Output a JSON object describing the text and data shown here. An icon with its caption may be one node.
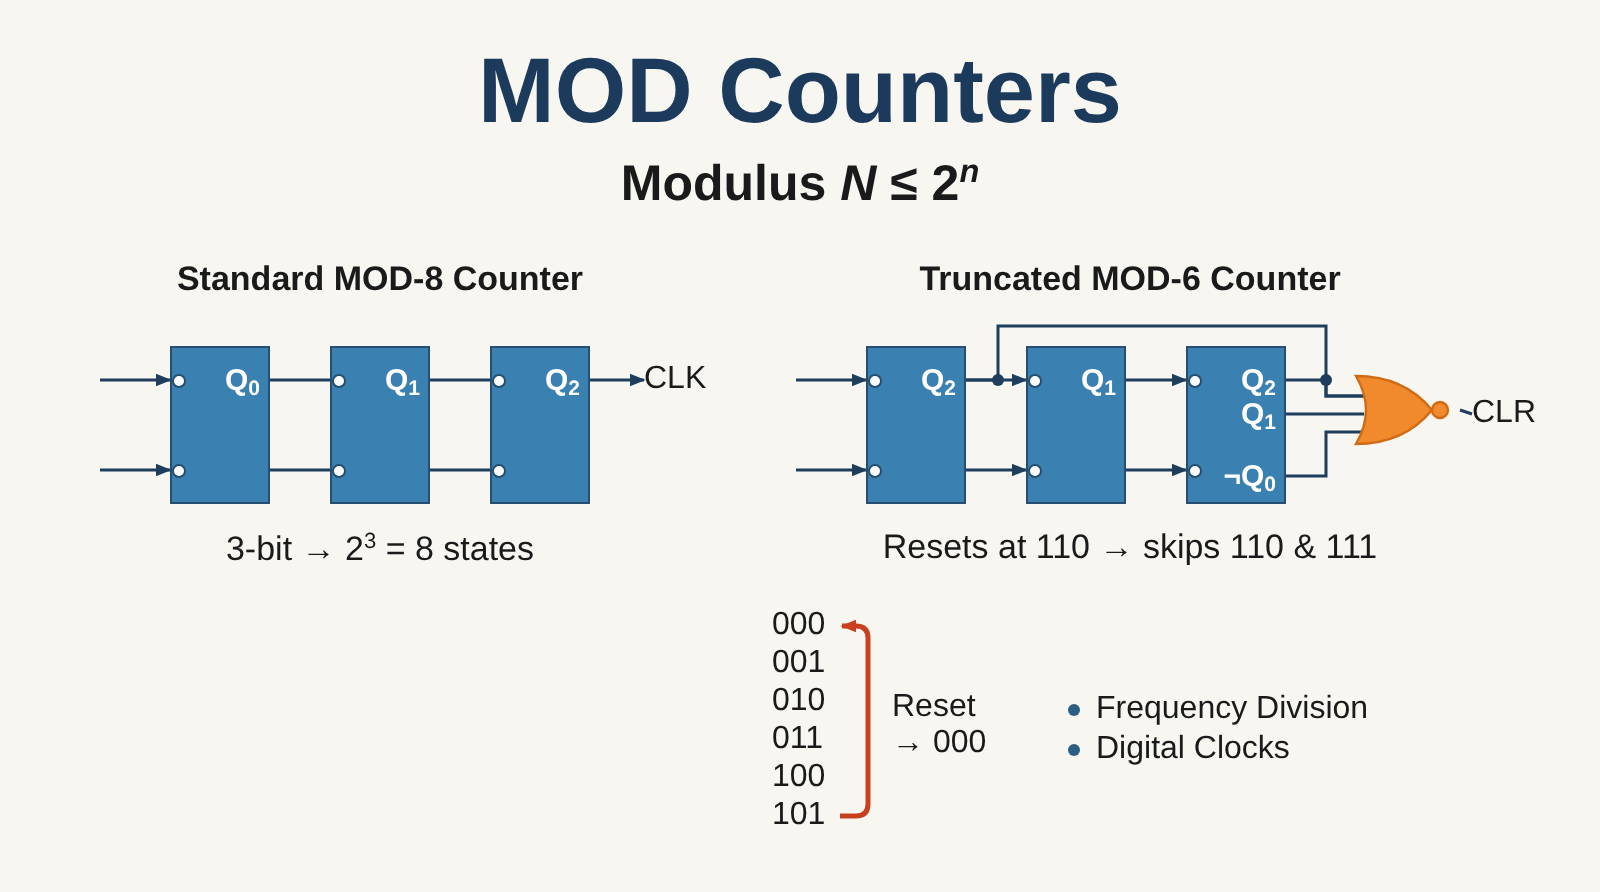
{
  "diagram": {
    "title": "MOD Counters",
    "nodes": [
      {
        "text": [
          "Q$_{0}$"
        ]
      },
      {
        "text": [
          "Q$_{1}$"
        ]
      },
      {
        "text": [
          "Q$_{2}$"
        ]
      },
      {
        "text": [
          "CLK"
        ]
      },
      {
        "text": [
          "Q$_{2}$"
        ]
      },
      {
        "text": [
          "Q$_{1}$"
        ]
      },
      {
        "text": [
          "Q$_{2}$",
          "Q$_{1}$",
          "¬Q$_{0}$"
        ]
      },
      {
        "text": [],
        "shape": "gate"
      },
      {
        "text": [
          "CLR"
        ]
      },
      {
        "text": [
          "000"
        ]
      },
      {
        "text": [
          "101"
        ]
      }
    ],
    "edges": [
      {
        "from": null,
        "to": 0,
        "arrow": "to"
      },
      {
        "from": null,
        "to": 0,
        "arrow": "to"
      },
      {
        "from": 0,
        "to": 1,
        "arrow": "none"
      },
      {
        "from": 0,
        "to": 1,
        "arrow": "none"
      },
      {
        "from": 1,
        "to": 2,
        "arrow": "none"
      },
      {
        "from": 1,
        "to": 2,
        "arrow": "none"
      },
      {
        "from": 2,
        "to": 3,
        "arrow": "to"
      },
      {
        "from": null,
        "to": 4,
        "arrow": "to"
      },
      {
        "from": null,
        "to": 4,
        "arrow": "to"
      },
      {
        "from": 4,
        "to": 5,
        "arrow": "to"
      },
      {
        "from": 4,
        "to": 5,
        "arrow": "to"
      },
      {
        "from": 5,
        "to": 6,
        "arrow": "to"
      },
      {
        "from": 5,
        "to": 6,
        "arrow": "to"
      },
      {
        "from": 4,
        "to": 7,
        "arrow": "none"
      },
      {
        "from": 6,
        "to": 7,
        "arrow": "none"
      },
      {
        "from": 6,
        "to": 7,
        "arrow": "none"
      },
      {
        "from": 6,
        "to": 7,
        "arrow": "none"
      },
      {
        "from": 7,
        "to": 8,
        "arrow": "none"
      },
      {
        "from": 10,
        "to": 9,
        "arrow": "to",
        "label": "Reset → 000",
        "color": "#c8401e"
      }
    ],
    "labels": [
      "Modulus *N* ≤ 2$^{n}$",
      "Standard MOD-8 Counter",
      "Truncated MOD-6 Counter",
      "3-bit → 2$^{3}$ = 8 states",
      "Resets at 110 → skips 110 & 111",
      "001",
      "010",
      "011",
      "100",
      "Frequency Division",
      "Digital Clocks"
    ]
  }
}
